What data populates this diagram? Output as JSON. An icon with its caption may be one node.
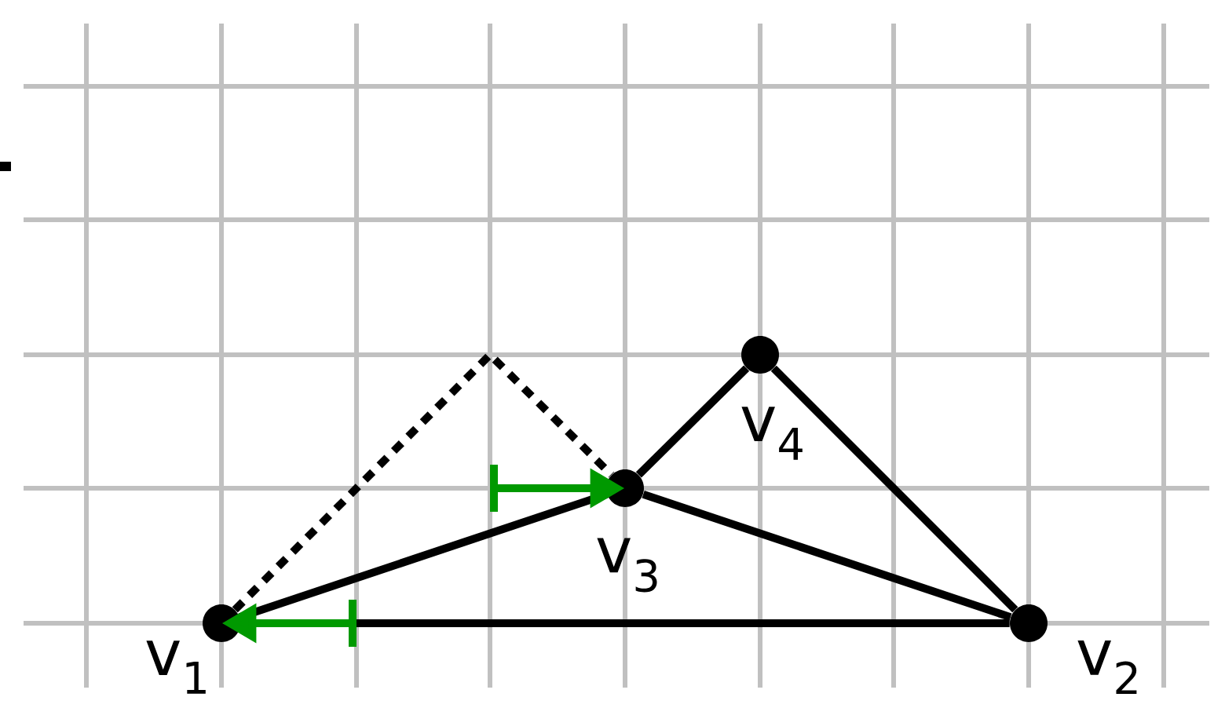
{
  "diagram": {
    "nodes": [
      {
        "text": [],
        "shape": "circle",
        "beside": [
          "v$_{1}$"
        ]
      },
      {
        "text": [],
        "shape": "circle",
        "beside": [
          "v$_{2}$"
        ]
      },
      {
        "text": [],
        "shape": "circle",
        "beside": [
          "v$_{3}$"
        ]
      },
      {
        "text": [],
        "shape": "circle",
        "beside": [
          "v$_{4}$"
        ]
      }
    ],
    "edges": [
      {
        "from": 0,
        "to": 1,
        "arrow": "none"
      },
      {
        "from": 0,
        "to": 2,
        "arrow": "none"
      },
      {
        "from": 2,
        "to": 1,
        "arrow": "none"
      },
      {
        "from": 2,
        "to": 3,
        "arrow": "none"
      },
      {
        "from": 3,
        "to": 1,
        "arrow": "none"
      },
      {
        "from": 0,
        "to": 2,
        "arrow": "none",
        "style": "dashed"
      },
      {
        "from": null,
        "to": 0,
        "arrow": "to",
        "color": "#009900"
      },
      {
        "from": null,
        "to": 2,
        "arrow": "to",
        "color": "#009900"
      }
    ]
  }
}
